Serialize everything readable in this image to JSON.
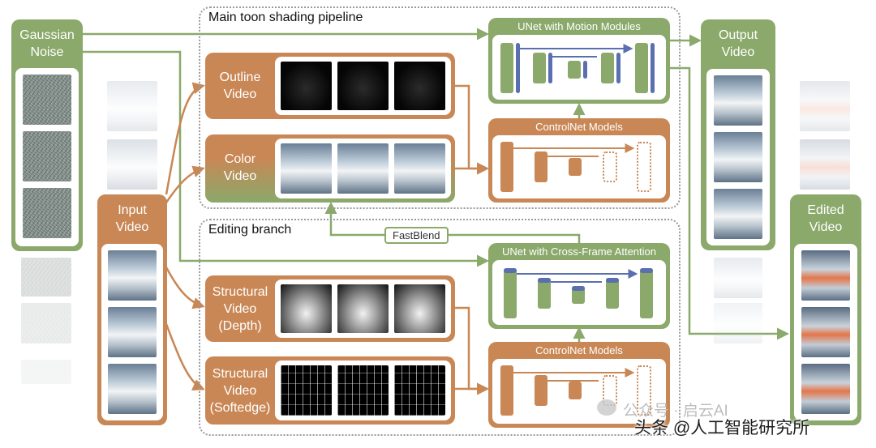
{
  "regions": {
    "main": "Main toon shading pipeline",
    "editing": "Editing branch"
  },
  "inputs": {
    "gaussian_noise": "Gaussian\nNoise",
    "input_video": "Input\nVideo"
  },
  "streams": {
    "outline": "Outline\nVideo",
    "color": "Color\nVideo",
    "structural_depth": "Structural\nVideo\n(Depth)",
    "structural_softedge": "Structural\nVideo\n(Softedge)"
  },
  "models": {
    "unet_motion": "UNet with Motion Modules",
    "controlnet_top": "ControlNet Models",
    "unet_cross": "UNet with Cross-Frame Attention",
    "controlnet_bottom": "ControlNet Models"
  },
  "fastblend": "FastBlend",
  "outputs": {
    "output_video": "Output\nVideo",
    "edited_video": "Edited\nVideo"
  },
  "watermark": {
    "line1": "公众号 · 启云AI",
    "line2": "头条 @人工智能研究所"
  },
  "colors": {
    "green": "#8aa96b",
    "orange": "#c98755",
    "blue": "#5a6fb0"
  }
}
